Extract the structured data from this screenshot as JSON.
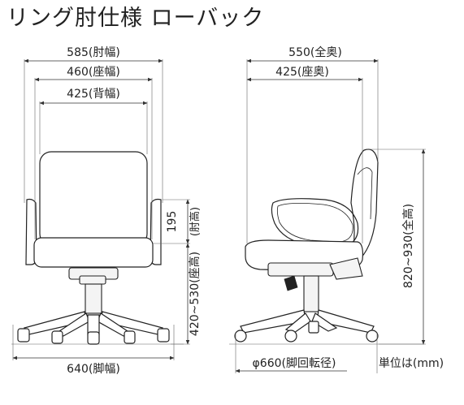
{
  "title": "リング肘仕様 ローバック",
  "front_view": {
    "armrest_width": "585(肘幅)",
    "seat_width": "460(座幅)",
    "back_width": "425(背幅)",
    "arm_height_value": "195",
    "arm_height_label": "(肘高)",
    "seat_height": "420~530(座高)",
    "base_width": "640(脚幅)"
  },
  "side_view": {
    "total_depth": "550(全奥)",
    "seat_depth": "425(座奥)",
    "total_height": "820~930(全高)",
    "base_diameter": "φ660(脚回転径)"
  },
  "unit_note": "単位は(mm)"
}
